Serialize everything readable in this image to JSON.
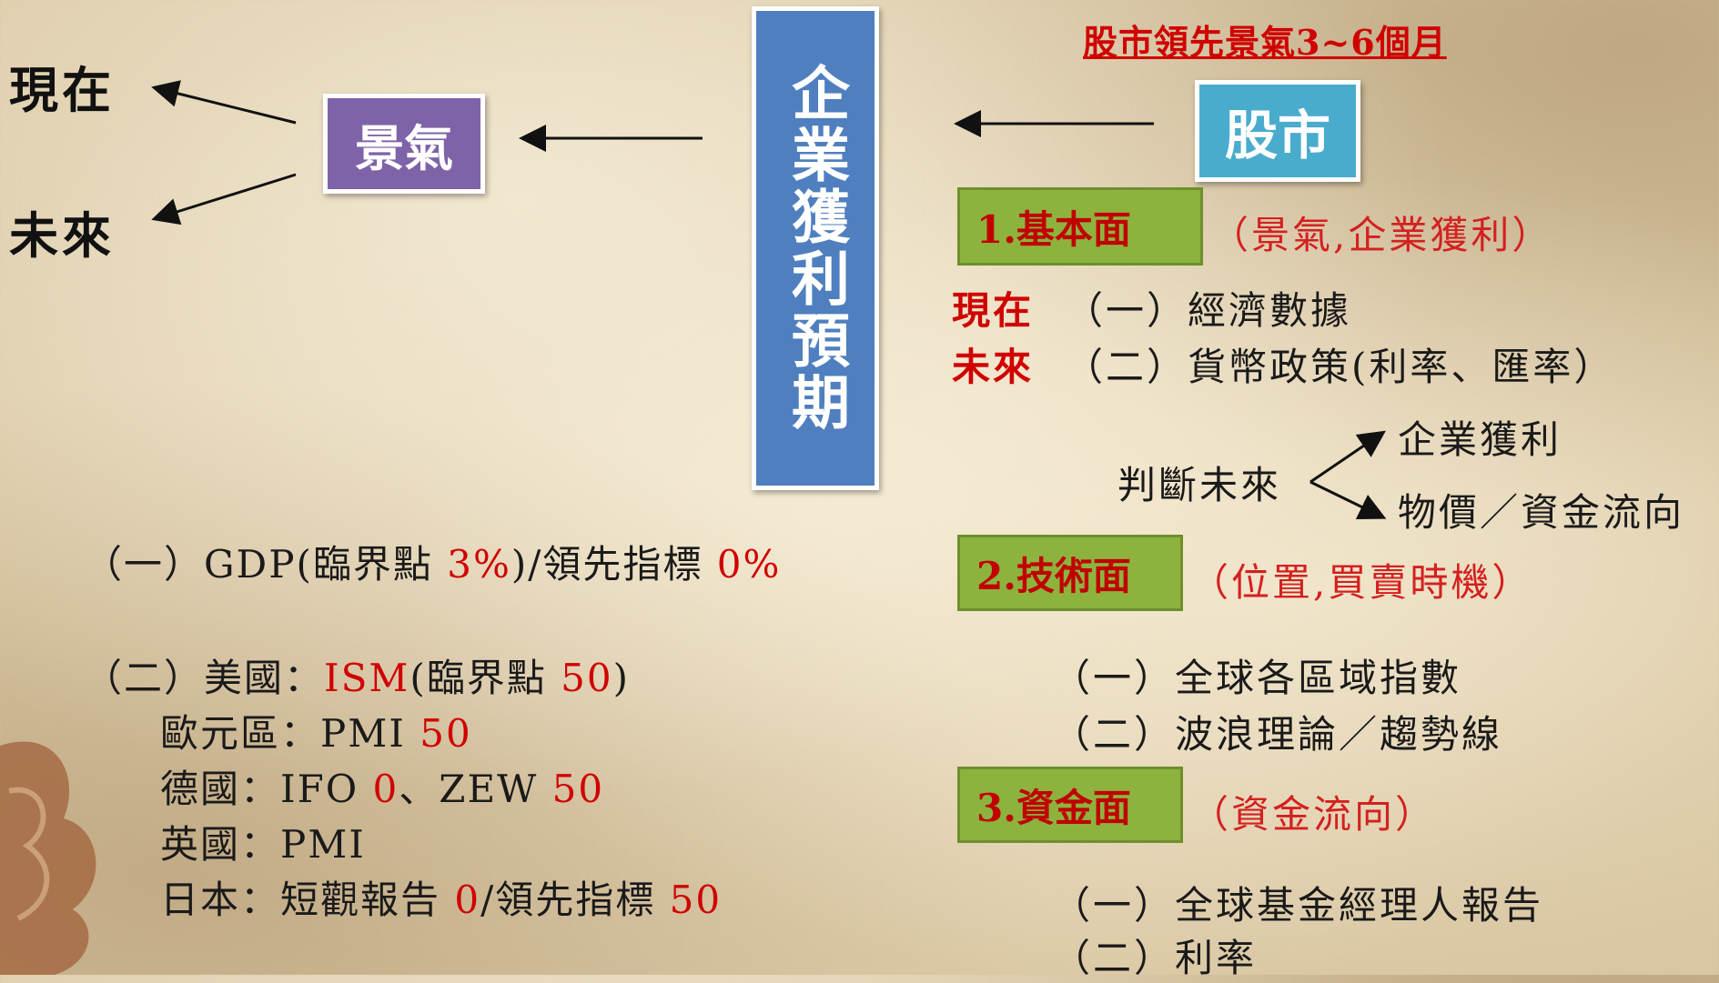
{
  "left": {
    "now": "現在",
    "future": "未來",
    "economy_box": "景氣"
  },
  "center": {
    "vertical_box": "企業獲利預期"
  },
  "right": {
    "header": "股市領先景氣3~6個月",
    "market_box": "股市",
    "fundamental": {
      "label": "1.基本面",
      "note": "（景氣,企業獲利）",
      "now_label": "現在",
      "item1": "（一）經濟數據",
      "future_label": "未來",
      "item2": "（二）貨幣政策(利率、匯率）",
      "judge": "判斷未來",
      "branch1": "企業獲利",
      "branch2": "物價／資金流向"
    },
    "technical": {
      "label": "2.技術面",
      "note": "（位置,買賣時機）",
      "item1": "（一）全球各區域指數",
      "item2": "（二）波浪理論／趨勢線"
    },
    "capital": {
      "label": "3.資金面",
      "note": "（資金流向）",
      "item1": "（一）全球基金經理人報告",
      "item2": "（二）利率"
    }
  },
  "indicators": {
    "gdp": {
      "p1": "（一）GDP(臨界點 ",
      "v1": "3%",
      "p2": ")/領先指標 ",
      "v2": "0%"
    },
    "us": {
      "p1": "（二）美國：",
      "v1": "ISM",
      "p2": "(臨界點 ",
      "v2": "50",
      "p3": ")"
    },
    "eu": {
      "p1": "歐元區：PMI ",
      "v1": "50"
    },
    "de": {
      "p1": "德國：IFO ",
      "v1": "0",
      "p2": "、ZEW ",
      "v2": "50"
    },
    "uk": {
      "p1": "英國：PMI"
    },
    "jp": {
      "p1": "日本：短觀報告 ",
      "v1": "0",
      "p2": "/領先指標 ",
      "v2": "50"
    }
  },
  "colors": {
    "economy_box": "#7e63a8",
    "center_box": "#4f7fbf",
    "market_box": "#4aaccc",
    "green_box": "#8db33e",
    "accent_red": "#d00000"
  }
}
